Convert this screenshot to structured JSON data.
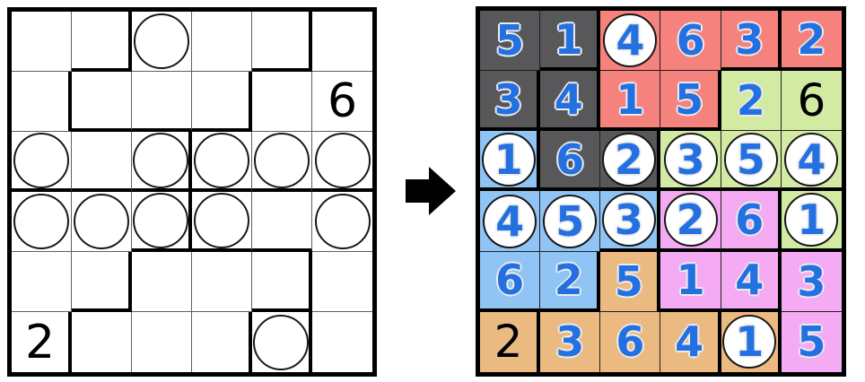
{
  "palette": {
    "gray": "#58585A",
    "red": "#F5827C",
    "green": "#D3EAA3",
    "blue": "#8FC4F5",
    "violet": "#F4ABF4",
    "orange": "#EBBA80",
    "solved_digit": "#2470E0",
    "given_digit": "#000000",
    "thick_line": "#000000"
  },
  "arrow": {
    "icon": "right-arrow",
    "color": "#000000"
  },
  "left_grid": {
    "values": [
      [
        "",
        "",
        "",
        "",
        "",
        ""
      ],
      [
        "",
        "",
        "",
        "",
        "",
        "6"
      ],
      [
        "",
        "",
        "",
        "",
        "",
        ""
      ],
      [
        "",
        "",
        "",
        "",
        "",
        ""
      ],
      [
        "",
        "",
        "",
        "",
        "",
        ""
      ],
      [
        "2",
        "",
        "",
        "",
        "",
        ""
      ]
    ],
    "givens": [
      "000000",
      "000001",
      "000000",
      "000000",
      "000000",
      "100000"
    ],
    "circles": [
      "001000",
      "000000",
      "101111",
      "111101",
      "000000",
      "000010"
    ],
    "cell_colors": null,
    "thick_right": [
      "01001",
      "10010",
      "00100",
      "00100",
      "01001",
      "10011"
    ],
    "thick_bottom": [
      "010010",
      "011100",
      "111111",
      "001110",
      "010010"
    ]
  },
  "right_grid": {
    "values": [
      [
        "5",
        "1",
        "4",
        "6",
        "3",
        "2"
      ],
      [
        "3",
        "4",
        "1",
        "5",
        "2",
        "6"
      ],
      [
        "1",
        "6",
        "2",
        "3",
        "5",
        "4"
      ],
      [
        "4",
        "5",
        "3",
        "2",
        "6",
        "1"
      ],
      [
        "6",
        "2",
        "5",
        "1",
        "4",
        "3"
      ],
      [
        "2",
        "3",
        "6",
        "4",
        "1",
        "5"
      ]
    ],
    "givens": [
      "000000",
      "000001",
      "000000",
      "000000",
      "000000",
      "100000"
    ],
    "circles": [
      "001000",
      "000000",
      "101111",
      "111101",
      "000000",
      "000010"
    ],
    "cell_colors": [
      [
        "gray",
        "gray",
        "red",
        "red",
        "red",
        "red"
      ],
      [
        "gray",
        "gray",
        "red",
        "red",
        "green",
        "green"
      ],
      [
        "blue",
        "gray",
        "gray",
        "green",
        "green",
        "green"
      ],
      [
        "blue",
        "blue",
        "blue",
        "violet",
        "violet",
        "green"
      ],
      [
        "blue",
        "blue",
        "orange",
        "violet",
        "violet",
        "violet"
      ],
      [
        "orange",
        "orange",
        "orange",
        "orange",
        "orange",
        "violet"
      ]
    ],
    "thick_right": [
      "01001",
      "11010",
      "10100",
      "00101",
      "01101",
      "10011"
    ],
    "thick_bottom": [
      "010011",
      "111100",
      "111111",
      "001111",
      "110110"
    ]
  }
}
